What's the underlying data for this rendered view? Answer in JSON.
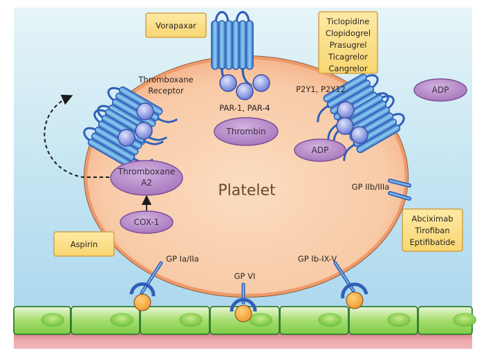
{
  "title": "Platelet",
  "colors": {
    "plasma_top": "#e3f3f8",
    "plasma_bottom": "#b2daef",
    "platelet_fill": "#f7c8a5",
    "platelet_edge": "#f09a6d",
    "pill_fill": "#b588c7",
    "drug_box_fill": "#fbe08a",
    "drug_box_border": "#d4a94a",
    "receptor_blue": "#4f90d8",
    "endothelium_green": "#8fd45a",
    "subendothelium_red": "#e9a3a6",
    "ligand_orange": "#f5a42f"
  },
  "receptors": {
    "thromboxane": "Thromboxane\nReceptor",
    "thromboxane_lines": [
      "Thromboxane",
      "Receptor"
    ],
    "par": "PAR-1, PAR-4",
    "p2y": "P2Y1, P2Y12",
    "gp2b3a": "GP IIb/IIIa",
    "gp1a2a": "GP Ia/IIa",
    "gp6": "GP VI",
    "gp1b": "GP Ib-IX-V"
  },
  "molecules": {
    "thrombin": "Thrombin",
    "adp_outside": "ADP",
    "adp_inside": "ADP",
    "txa2_lines": [
      "Thromboxane",
      "A2"
    ],
    "cox1": "COX-1"
  },
  "drug_boxes": {
    "par_inhibitors": [
      "Vorapaxar"
    ],
    "p2y12_inhibitors": [
      "Ticlopidine",
      "Clopidogrel",
      "Prasugrel",
      "Ticagrelor",
      "Cangrelor"
    ],
    "cox_inhibitors": [
      "Aspirin"
    ],
    "gp2b3a_inhibitors": [
      "Abciximab",
      "Tirofiban",
      "Eptifibatide"
    ]
  }
}
